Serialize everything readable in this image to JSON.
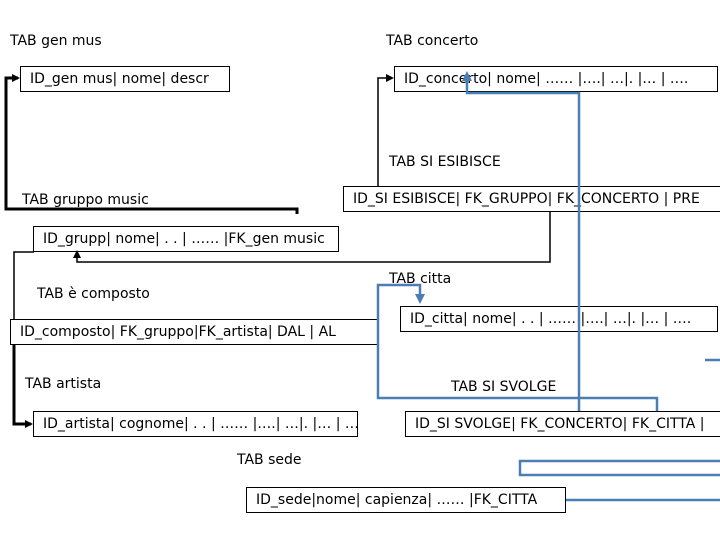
{
  "colors": {
    "black_link": "#000000",
    "blue_link": "#4a7eb5"
  },
  "tables": [
    {
      "id": "gen_mus",
      "title": "TAB gen mus",
      "fields": "ID_gen mus| nome| descr"
    },
    {
      "id": "concerto",
      "title": "TAB concerto",
      "fields": "ID_concerto| nome| …… |….| …|. |… | …."
    },
    {
      "id": "si_esibisce",
      "title": "TAB SI ESIBISCE",
      "fields": "ID_SI ESIBISCE| FK_GRUPPO| FK_CONCERTO | PRE"
    },
    {
      "id": "gruppo",
      "title": "TAB gruppo music",
      "fields": "ID_grupp| nome| . . | …… |FK_gen music"
    },
    {
      "id": "citta",
      "title": "TAB citta",
      "fields": "ID_citta| nome| . . | …… |….| …|. |… | …."
    },
    {
      "id": "composto",
      "title": "TAB è composto",
      "fields": "ID_composto| FK_gruppo|FK_artista| DAL | AL"
    },
    {
      "id": "artista",
      "title": "TAB artista",
      "fields": "ID_artista| cognome| . . | …… |….| …|. |… | …."
    },
    {
      "id": "si_svolge",
      "title": "TAB SI SVOLGE",
      "fields": "ID_SI SVOLGE| FK_CONCERTO| FK_CITTA |"
    },
    {
      "id": "sede",
      "title": "TAB sede",
      "fields": "ID_sede|nome| capienza| …… |FK_CITTA"
    }
  ]
}
